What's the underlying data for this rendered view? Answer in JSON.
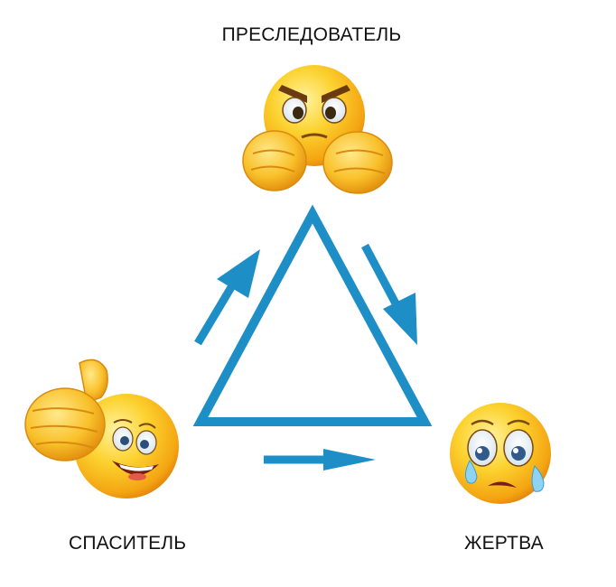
{
  "roles": {
    "persecutor": "ПРЕСЛЕДОВАТЕЛЬ",
    "rescuer": "СПАСИТЕЛЬ",
    "victim": "ЖЕРТВА"
  },
  "icons": {
    "persecutor": "angry-boxing-emoji-icon",
    "rescuer": "thumbs-up-smiling-emoji-icon",
    "victim": "crying-emoji-icon"
  },
  "colors": {
    "triangle": "#1e8fc6",
    "emoji_yellow": "#fbc02d",
    "text": "#111111"
  }
}
